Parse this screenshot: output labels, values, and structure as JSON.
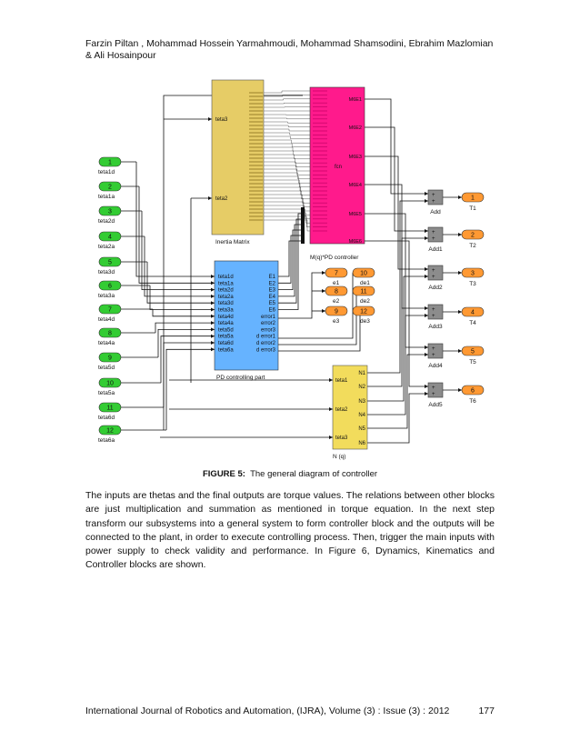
{
  "header": {
    "authors": "Farzin Piltan , Mohammad Hossein Yarmahmoudi, Mohammad Shamsodini, Ebrahim Mazlomian & Ali Hosainpour"
  },
  "figure": {
    "caption_label": "FIGURE 5:",
    "caption_text": "The general diagram of controller",
    "colors": {
      "inport": "#33cc33",
      "outport": "#ff9933",
      "inertia": "#e6cc66",
      "pd": "#66b3ff",
      "mfcn": "#ff1a8c",
      "nq": "#f2dc5c",
      "add": "#8c8c8c"
    },
    "inports": [
      {
        "num": "1",
        "label": "teta1d"
      },
      {
        "num": "2",
        "label": "teta1a"
      },
      {
        "num": "3",
        "label": "teta2d"
      },
      {
        "num": "4",
        "label": "teta2a"
      },
      {
        "num": "5",
        "label": "teta3d"
      },
      {
        "num": "6",
        "label": "teta3a"
      },
      {
        "num": "7",
        "label": "teta4d"
      },
      {
        "num": "8",
        "label": "teta4a"
      },
      {
        "num": "9",
        "label": "teta5d"
      },
      {
        "num": "10",
        "label": "teta5a"
      },
      {
        "num": "11",
        "label": "teta6d"
      },
      {
        "num": "12",
        "label": "teta6a"
      }
    ],
    "inertia": {
      "name": "Inertia Matrix",
      "in_ports": [
        "teta3",
        "teta2"
      ]
    },
    "mfcn": {
      "name": "M(q)*PD controller",
      "fcn": "fcn",
      "out_ports": [
        "M6E1",
        "M6E2",
        "M6E3",
        "M6E4",
        "M6E5",
        "M6E6"
      ]
    },
    "pd": {
      "name": "PD controlling part",
      "in_ports": [
        "teta1d",
        "teta1a",
        "teta2d",
        "teta2a",
        "teta3d",
        "teta3a",
        "teta4d",
        "teta4a",
        "teta5d",
        "teta5a",
        "teta6d",
        "teta6a"
      ],
      "out_ports": [
        "E1",
        "E2",
        "E3",
        "E4",
        "E5",
        "E6",
        "error1",
        "error2",
        "error3",
        "d error1",
        "d error2",
        "d error3"
      ]
    },
    "nq": {
      "name": "N (q)",
      "in_ports": [
        "teta1",
        "teta2",
        "teta3"
      ],
      "out_ports": [
        "N1",
        "N2",
        "N3",
        "N4",
        "N5",
        "N6"
      ]
    },
    "error_outports": [
      {
        "num": "7",
        "label": "e1"
      },
      {
        "num": "8",
        "label": "e2"
      },
      {
        "num": "9",
        "label": "e3"
      },
      {
        "num": "10",
        "label": "de1"
      },
      {
        "num": "11",
        "label": "de2"
      },
      {
        "num": "12",
        "label": "de3"
      }
    ],
    "adds": [
      "Add",
      "Add1",
      "Add2",
      "Add3",
      "Add4",
      "Add5"
    ],
    "torque_outports": [
      {
        "num": "1",
        "label": "T1"
      },
      {
        "num": "2",
        "label": "T2"
      },
      {
        "num": "3",
        "label": "T3"
      },
      {
        "num": "4",
        "label": "T4"
      },
      {
        "num": "5",
        "label": "T5"
      },
      {
        "num": "6",
        "label": "T6"
      }
    ]
  },
  "body": {
    "paragraph": "The inputs are thetas and the final outputs are torque values. The relations between other blocks are just multiplication and summation as mentioned in torque equation. In the next step transform our subsystems into a general system to form controller block and the outputs will be connected to the plant, in order to execute controlling process.  Then, trigger the main inputs with power supply to check validity and performance. In Figure 6, Dynamics, Kinematics and Controller blocks are shown."
  },
  "footer": {
    "journal": "International Journal of Robotics and Automation, (IJRA), Volume (3) : Issue (3) : 2012",
    "page": "177"
  }
}
